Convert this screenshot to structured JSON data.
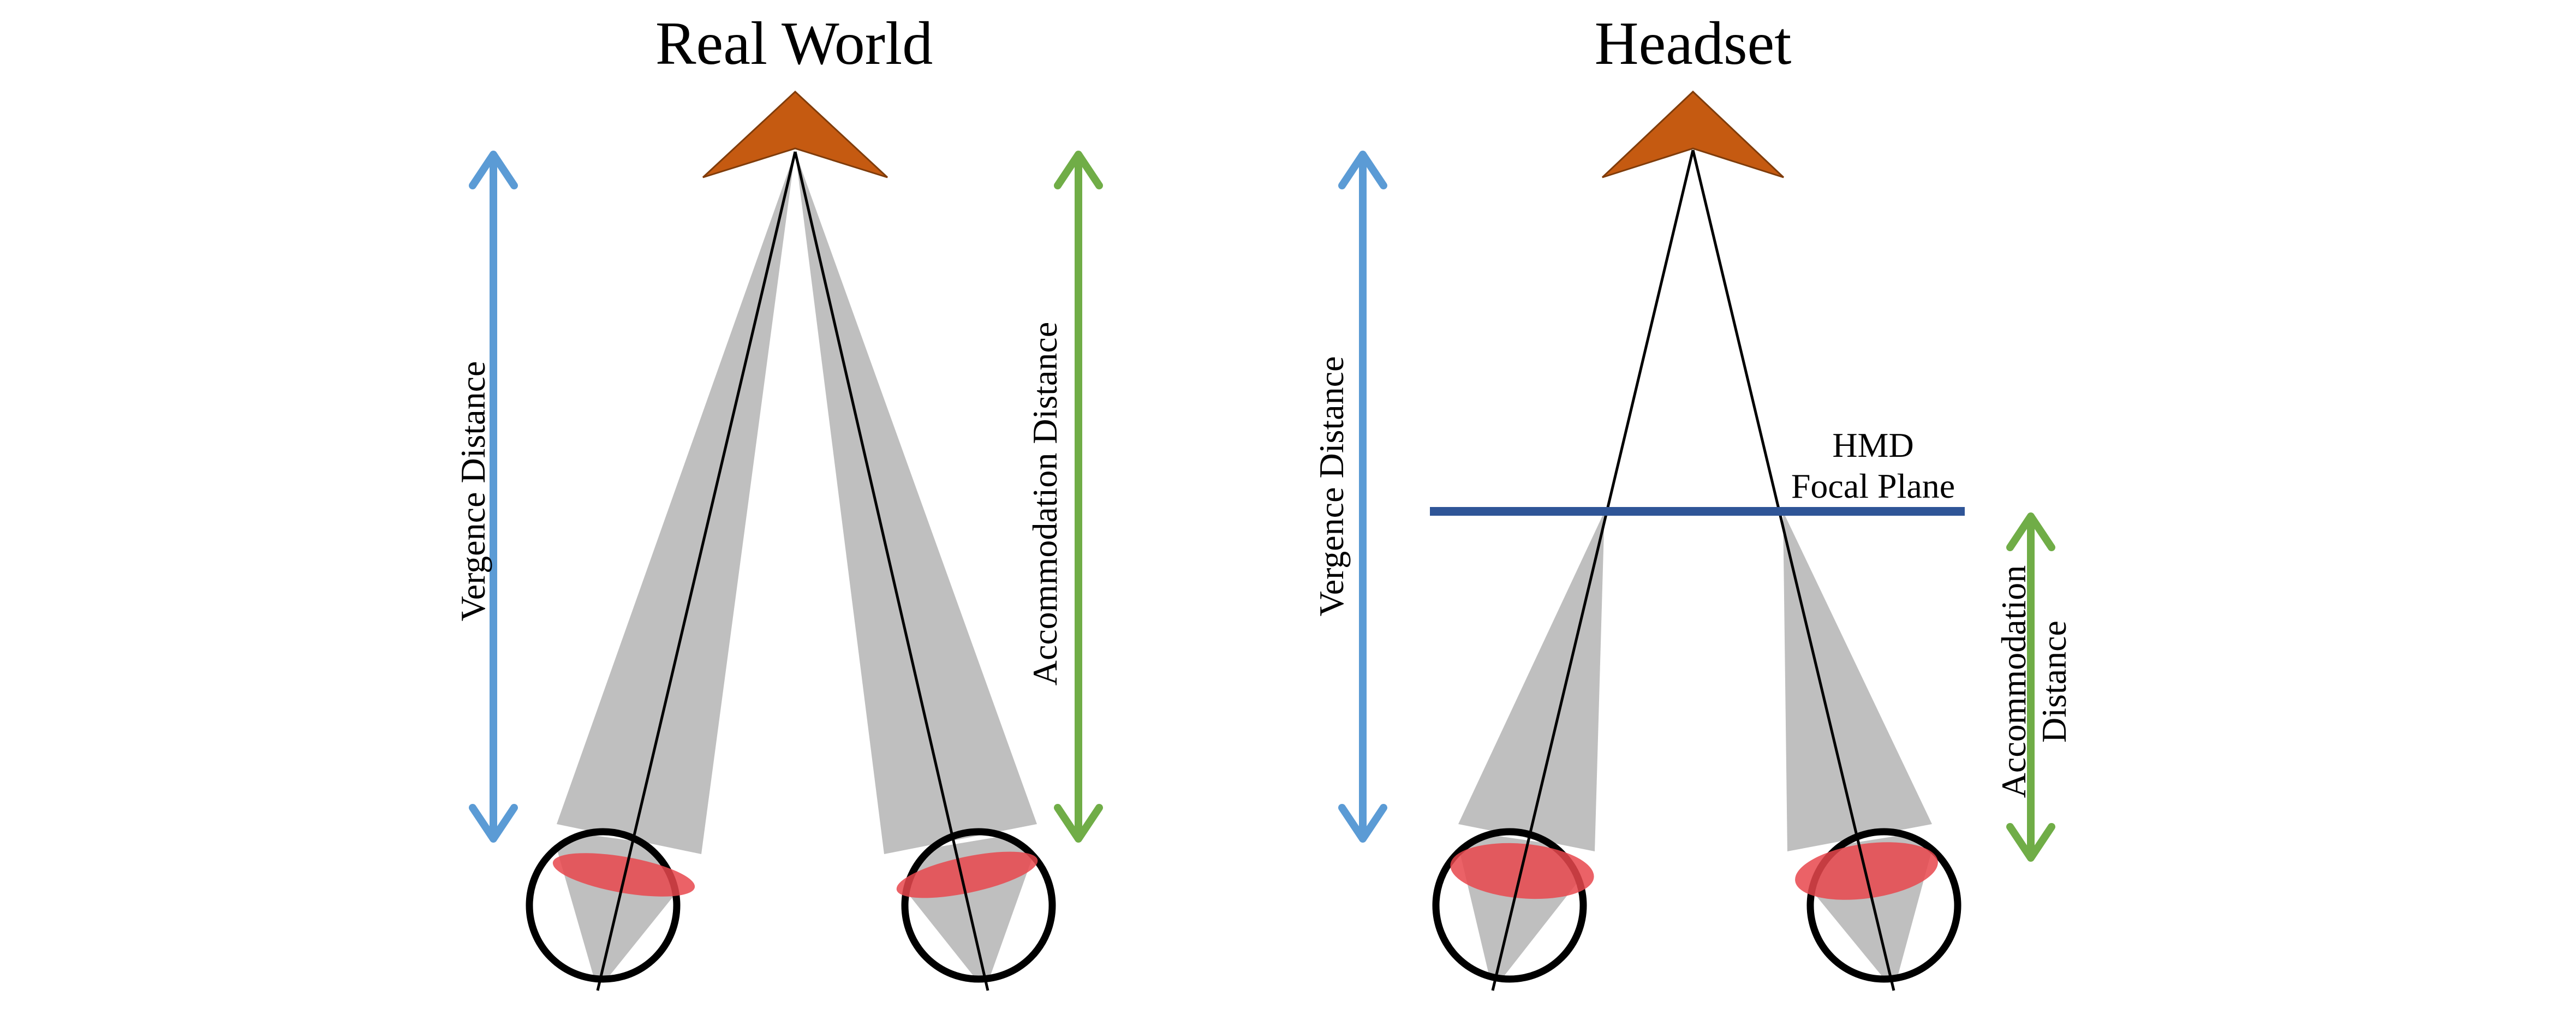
{
  "panels": [
    {
      "title": "Real World",
      "vergence_label": "Vergence Distance",
      "accommodation_label": "Accommodation Distance"
    },
    {
      "title": "Headset",
      "vergence_label": "Vergence Distance",
      "accommodation_label": "Accommodation Distance",
      "focal_plane_label_line1": "HMD",
      "focal_plane_label_line2": "Focal Plane"
    }
  ],
  "colors": {
    "target": "#c55a11",
    "target_outline": "#7f3c0b",
    "light_cone": "#bfbfbf",
    "lens": "#e8474c",
    "vergence_arrow": "#5b9bd5",
    "accommodation_arrow": "#70ad47",
    "focal_plane": "#2f5597",
    "eye_outline": "#000000",
    "sight_line": "#000000"
  },
  "icons": [
    "target-chevron-icon",
    "eye-icon",
    "lens-icon",
    "double-arrow-icon"
  ]
}
